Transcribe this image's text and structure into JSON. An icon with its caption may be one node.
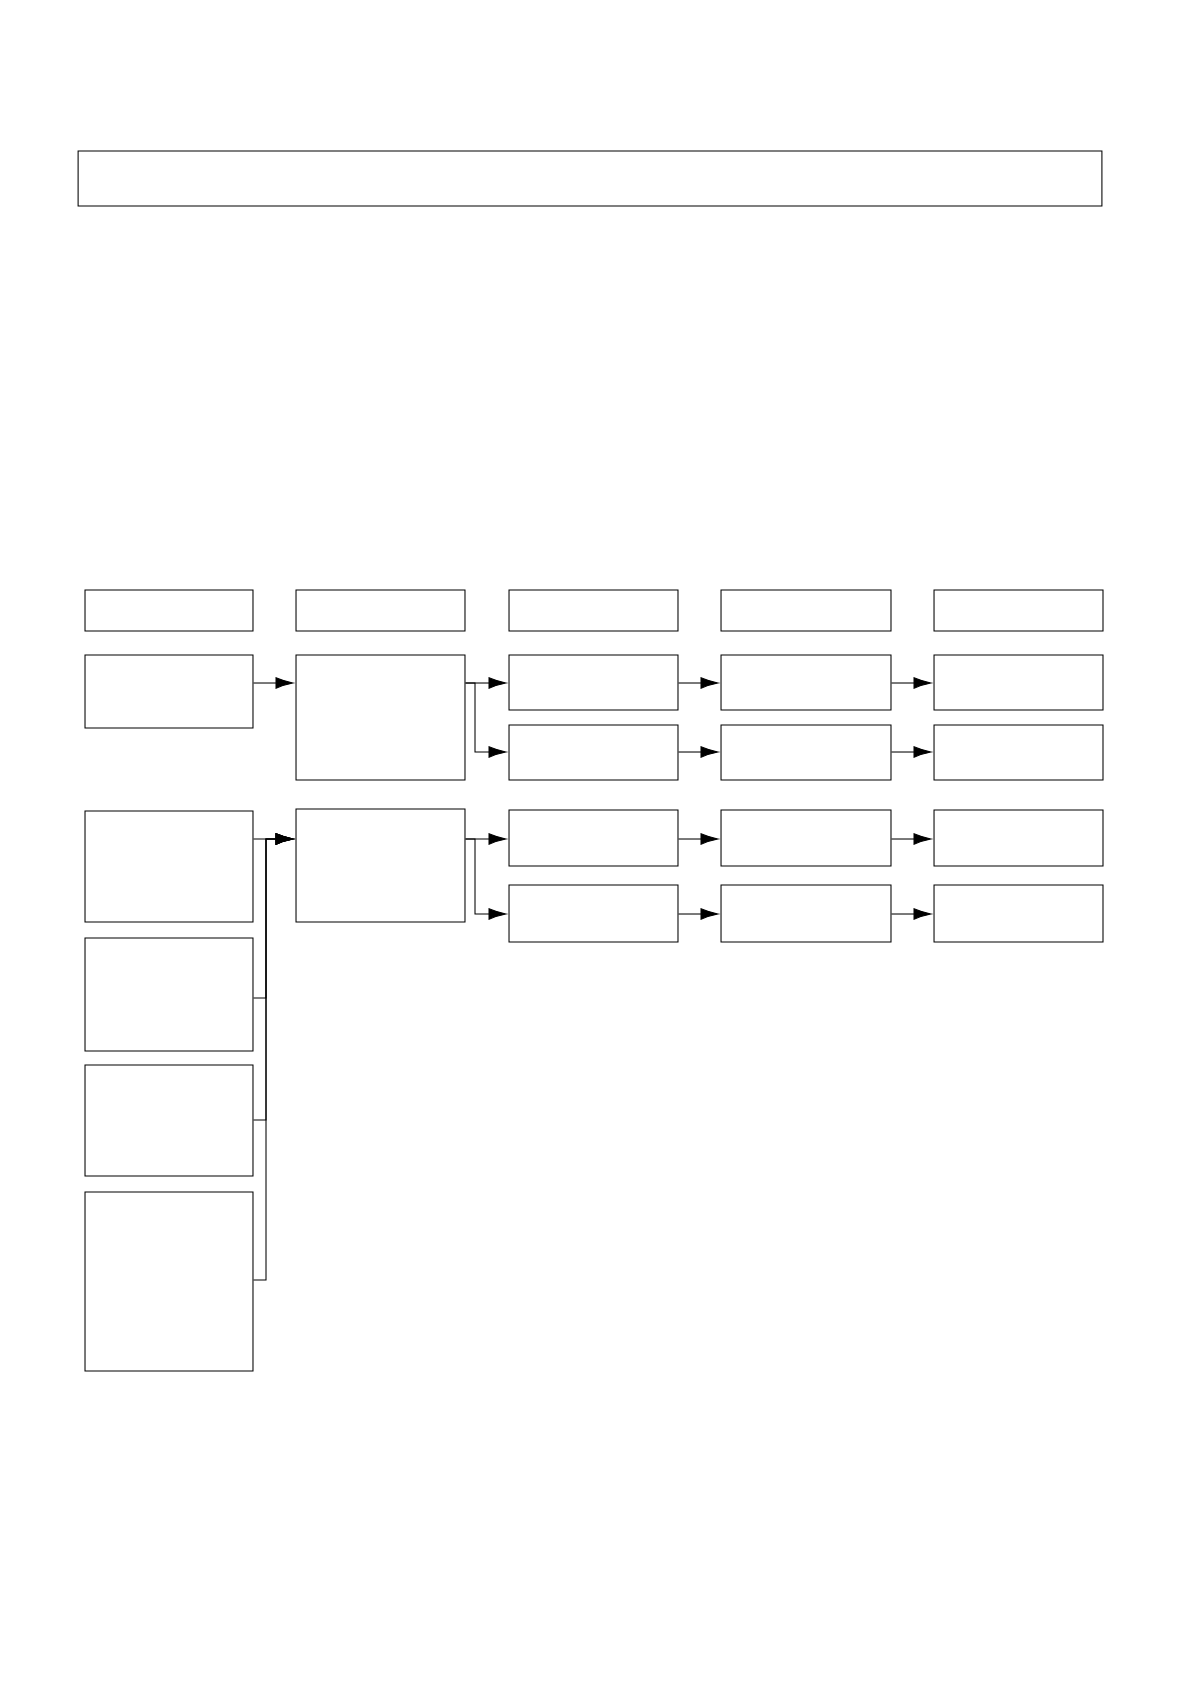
{
  "diagram": {
    "nodes": [
      {
        "text": [],
        "shape": "box"
      },
      {
        "text": [],
        "shape": "box"
      },
      {
        "text": [],
        "shape": "box"
      },
      {
        "text": [],
        "shape": "box"
      },
      {
        "text": [],
        "shape": "box"
      },
      {
        "text": [],
        "shape": "box"
      },
      {
        "text": [],
        "shape": "box"
      },
      {
        "text": [],
        "shape": "box"
      },
      {
        "text": [],
        "shape": "box"
      },
      {
        "text": [],
        "shape": "box"
      },
      {
        "text": [],
        "shape": "box"
      },
      {
        "text": [],
        "shape": "box"
      },
      {
        "text": [],
        "shape": "box"
      },
      {
        "text": [],
        "shape": "box"
      },
      {
        "text": [],
        "shape": "box"
      },
      {
        "text": [],
        "shape": "box"
      },
      {
        "text": [],
        "shape": "box"
      },
      {
        "text": [],
        "shape": "box"
      },
      {
        "text": [],
        "shape": "box"
      },
      {
        "text": [],
        "shape": "box"
      },
      {
        "text": [],
        "shape": "box"
      },
      {
        "text": [],
        "shape": "box"
      },
      {
        "text": [],
        "shape": "box"
      },
      {
        "text": [],
        "shape": "box"
      },
      {
        "text": [],
        "shape": "box"
      }
    ],
    "edges": [
      {
        "from": 6,
        "to": 7,
        "arrow": "to"
      },
      {
        "from": 7,
        "to": 8,
        "arrow": "to"
      },
      {
        "from": 7,
        "to": 11,
        "arrow": "to"
      },
      {
        "from": 8,
        "to": 9,
        "arrow": "to"
      },
      {
        "from": 9,
        "to": 10,
        "arrow": "to"
      },
      {
        "from": 11,
        "to": 12,
        "arrow": "to"
      },
      {
        "from": 12,
        "to": 13,
        "arrow": "to"
      },
      {
        "from": 14,
        "to": 18,
        "arrow": "to"
      },
      {
        "from": 15,
        "to": 18,
        "arrow": "to"
      },
      {
        "from": 16,
        "to": 18,
        "arrow": "to"
      },
      {
        "from": 17,
        "to": 18,
        "arrow": "to"
      },
      {
        "from": 18,
        "to": 19,
        "arrow": "to"
      },
      {
        "from": 18,
        "to": 22,
        "arrow": "to"
      },
      {
        "from": 19,
        "to": 20,
        "arrow": "to"
      },
      {
        "from": 20,
        "to": 21,
        "arrow": "to"
      },
      {
        "from": 22,
        "to": 23,
        "arrow": "to"
      },
      {
        "from": 23,
        "to": 24,
        "arrow": "to"
      }
    ]
  }
}
